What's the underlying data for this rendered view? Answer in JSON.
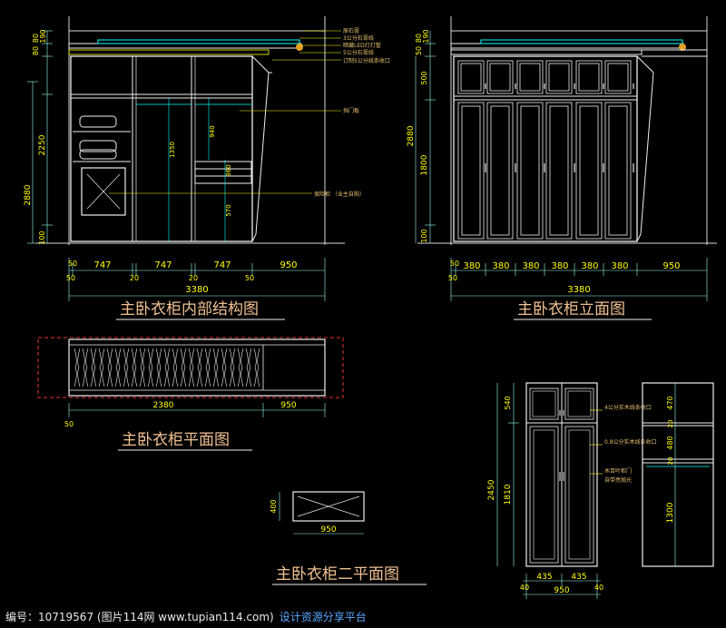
{
  "titles": {
    "internal": "主卧衣柜内部结构图",
    "elevation": "主卧衣柜立面图",
    "plan": "主卧衣柜平面图",
    "plan2": "主卧衣柜二平面图"
  },
  "internal_view": {
    "left_dims": [
      "80",
      "80",
      "190",
      "2250",
      "100"
    ],
    "outer_height": "2880",
    "inner_dims": [
      "1350",
      "940",
      "360",
      "570"
    ],
    "bottom_dims": [
      "50",
      "747",
      "20",
      "747",
      "20",
      "747",
      "50",
      "950"
    ],
    "first_offset": "50",
    "total": "3380",
    "callouts": [
      "原石膏",
      "3公分石膏线",
      "暗藏LED灯灯管",
      "5公分石膏线",
      "订制5公分线条收口",
      "挡门板",
      "保险柜 （业主自购）"
    ]
  },
  "elevation_view": {
    "left_dims": [
      "80",
      "50",
      "190",
      "500",
      "2880",
      "1800",
      "100"
    ],
    "bottom_dims": [
      "50",
      "380",
      "380",
      "380",
      "380",
      "380",
      "380",
      "950"
    ],
    "first_offset": "50",
    "total": "3380"
  },
  "plan_view": {
    "dims": [
      "2380",
      "950"
    ],
    "offset": "50"
  },
  "plan2_view": {
    "width": "950",
    "depth": "400"
  },
  "small_cabinet": {
    "left_dims": [
      "540",
      "2450",
      "1810"
    ],
    "bottom_dims": [
      "40",
      "435",
      "435",
      "40"
    ],
    "width": "950",
    "right_dims": [
      "470",
      "20",
      "480",
      "20",
      "1300"
    ],
    "notes": [
      "4公分实木线条收口",
      "0.8公分实木线条收口",
      "木百叶柜门",
      "自带亮抛光"
    ]
  },
  "footer": {
    "text": "编号：10719567 (图片114网 www.tupian114.com)",
    "brand": "设计资源分享平台"
  }
}
